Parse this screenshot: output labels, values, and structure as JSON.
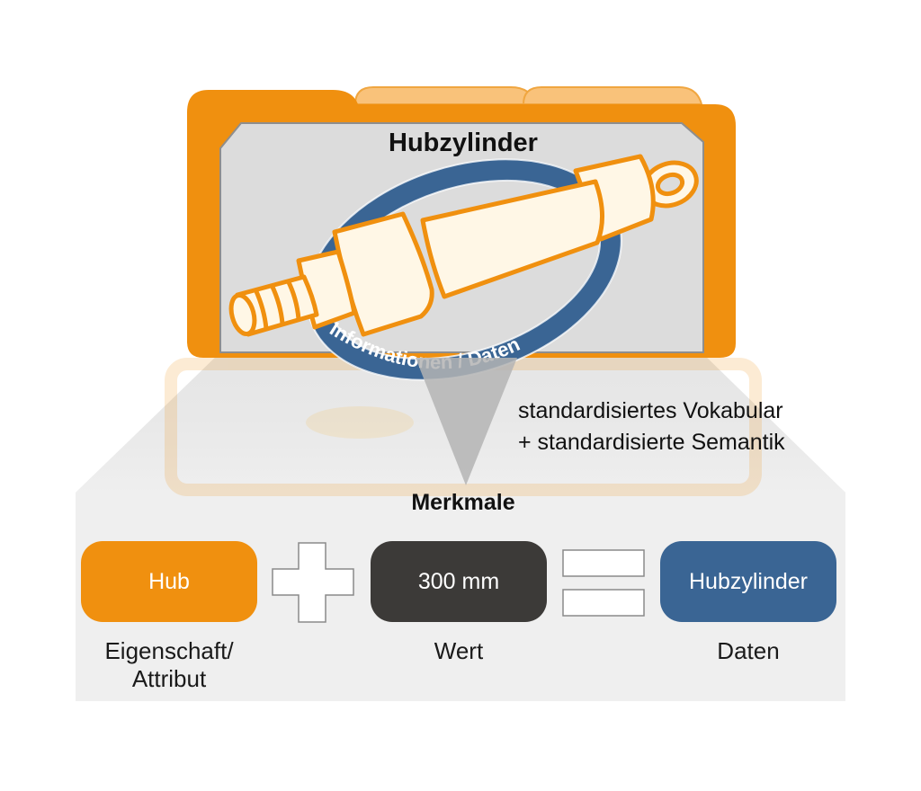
{
  "title": "Hubzylinder",
  "ring_label": "Informationen / Daten",
  "note": {
    "line1": "standardisiertes Vokabular",
    "line2": "+ standardisierte Semantik"
  },
  "section_title": "Merkmale",
  "equation": {
    "property": {
      "value": "Hub",
      "caption_line1": "Eigenschaft/",
      "caption_line2": "Attribut",
      "color": "#f0900f"
    },
    "operator_plus": "plus-icon",
    "value": {
      "value": "300 mm",
      "caption": "Wert",
      "color": "#3c3a38"
    },
    "operator_equals": "equals-icon",
    "data": {
      "value": "Hubzylinder",
      "caption": "Daten",
      "color": "#3a6594"
    }
  },
  "colors": {
    "folder_orange": "#f0900f",
    "folder_tab_light": "#f9c27a",
    "ring_blue": "#3a6594",
    "panel_gray": "#dcdcdc",
    "cylinder_fill": "#fff7e6"
  },
  "icons": [
    "folder-icon",
    "hydraulic-cylinder-icon",
    "plus-icon",
    "equals-icon"
  ]
}
